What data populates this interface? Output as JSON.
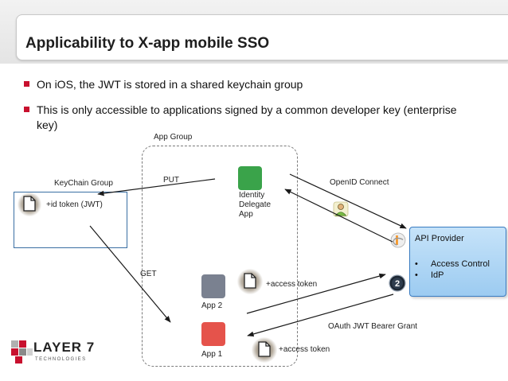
{
  "slide": {
    "title": "Applicability to X-app mobile SSO",
    "bullets": [
      "On iOS, the JWT is stored in a shared keychain group",
      "This is only accessible to applications signed by a common developer key (enterprise key)"
    ]
  },
  "diagram": {
    "app_group_label": "App Group",
    "keychain_group_label": "KeyChain Group",
    "id_token_label": "+id token (JWT)",
    "put_label": "PUT",
    "get_label": "GET",
    "openid_connect_label": "OpenID Connect",
    "oauth_jwt_label": "OAuth JWT Bearer Grant",
    "identity_app_label": [
      "Identity",
      "Delegate",
      "App"
    ],
    "app2_label": "App 2",
    "app1_label": "App 1",
    "access_token_label": "+access token",
    "api_provider": {
      "title": "API Provider",
      "items": [
        "Access Control",
        "IdP"
      ]
    },
    "colors": {
      "identity_app": "#3aa34a",
      "app2": "#7a8190",
      "app1": "#e5534b",
      "api_box": "#a9d2f3",
      "bullet": "#c8102e"
    },
    "icons": [
      "document-icon",
      "user-icon",
      "openid-icon",
      "oauth-icon"
    ]
  },
  "logo": {
    "name": "LAYER 7",
    "subtitle": "TECHNOLOGIES"
  }
}
